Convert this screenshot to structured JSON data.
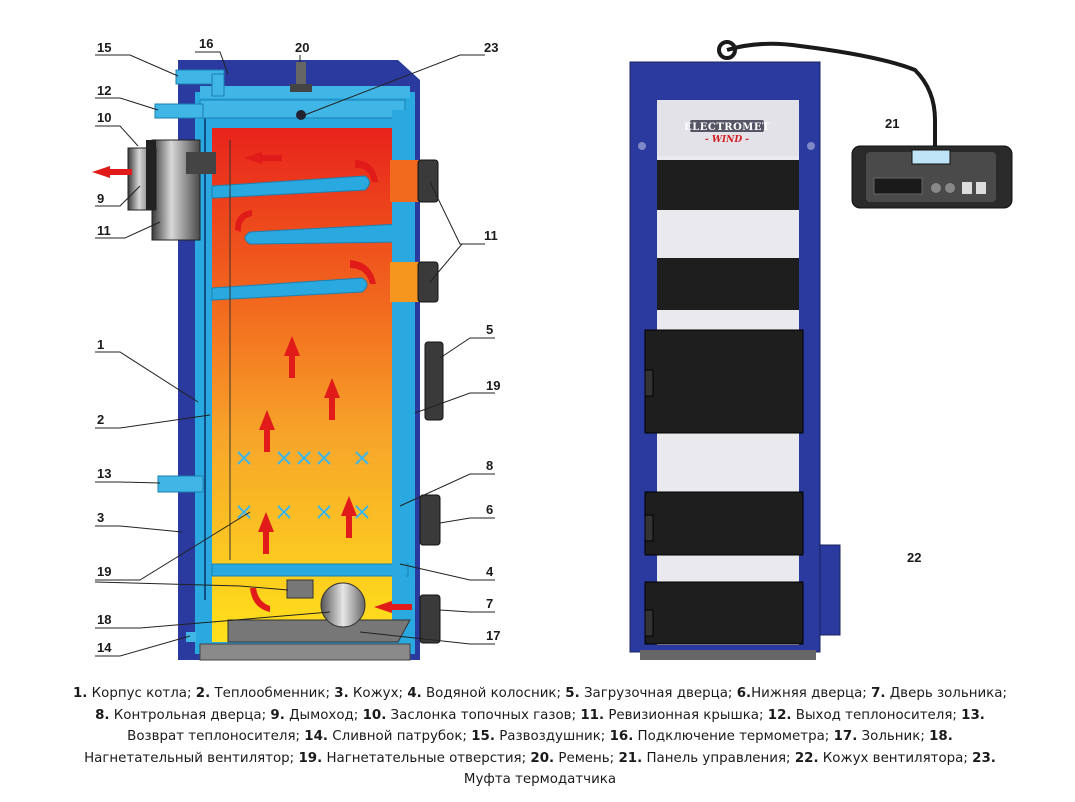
{
  "diagram": {
    "labels": {
      "l1": "1",
      "l2": "2",
      "l3": "3",
      "l4": "4",
      "l5": "5",
      "l6": "6",
      "l7": "7",
      "l8": "8",
      "l9": "9",
      "l10": "10",
      "l11a": "11",
      "l11b": "11",
      "l12": "12",
      "l13": "13",
      "l14": "14",
      "l15": "15",
      "l16": "16",
      "l17": "17",
      "l18": "18",
      "l19a": "19",
      "l19b": "19",
      "l20": "20",
      "l21": "21",
      "l22": "22",
      "l23": "23"
    },
    "brand": {
      "name": "ELECTROMET",
      "model": "- WIND -"
    },
    "colors": {
      "casing_blue": "#2b3a9e",
      "water_cyan": "#29a9e0",
      "flame_red": "#e8231b",
      "flame_yellow": "#ffe11a",
      "door_black": "#1e1e1e",
      "arrow_red": "#e11a1a",
      "nozzle_cyan": "#3fb6e6"
    }
  },
  "legend": [
    {
      "num": "1.",
      "text": " Корпус котла;"
    },
    {
      "num": "2.",
      "text": " Теплообменник;"
    },
    {
      "num": "3.",
      "text": " Кожух;"
    },
    {
      "num": "4.",
      "text": " Водяной колосник;"
    },
    {
      "num": "5.",
      "text": " Загрузочная дверца;"
    },
    {
      "num": "6.",
      "text": "Нижняя дверца;"
    },
    {
      "num": "7.",
      "text": " Дверь зольника;"
    },
    {
      "num": "8.",
      "text": " Контрольная дверца;"
    },
    {
      "num": "9.",
      "text": " Дымоход;"
    },
    {
      "num": "10.",
      "text": " Заслонка топочных газов;"
    },
    {
      "num": "11.",
      "text": " Ревизионная крышка;"
    },
    {
      "num": "12.",
      "text": " Выход теплоносителя;"
    },
    {
      "num": "13.",
      "text": " Возврат теплоносителя;"
    },
    {
      "num": "14.",
      "text": " Сливной патрубок;"
    },
    {
      "num": "15.",
      "text": " Развоздушник;"
    },
    {
      "num": "16.",
      "text": " Подключение термометра;"
    },
    {
      "num": "17.",
      "text": " Зольник;"
    },
    {
      "num": "18.",
      "text": " Нагнетательный вентилятор;"
    },
    {
      "num": "19.",
      "text": " Нагнетательные отверстия;"
    },
    {
      "num": "20.",
      "text": " Ремень;"
    },
    {
      "num": "21.",
      "text": " Панель управления;"
    },
    {
      "num": "22.",
      "text": " Кожух вентилятора;"
    },
    {
      "num": "23.",
      "text": " Муфта термодатчика"
    }
  ]
}
